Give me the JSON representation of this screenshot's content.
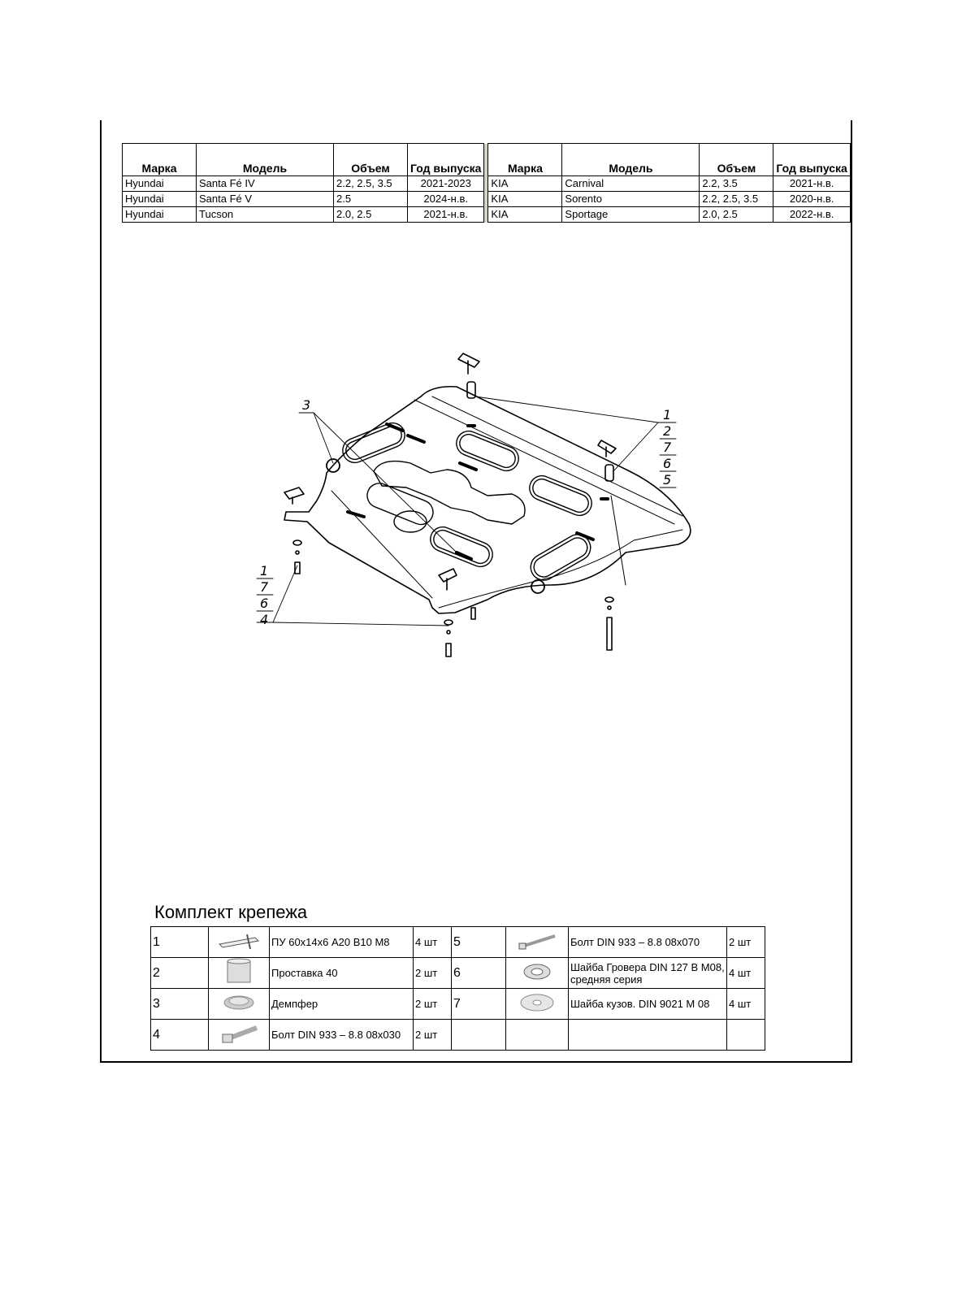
{
  "applicability": {
    "headers": [
      "Марка",
      "Модель",
      "Объем",
      "Год выпуска"
    ],
    "left": [
      {
        "brand": "Hyundai",
        "model": "Santa Fé IV",
        "volume": "2.2, 2.5, 3.5",
        "year": "2021-2023"
      },
      {
        "brand": "Hyundai",
        "model": "Santa Fé V",
        "volume": "2.5",
        "year": "2024-н.в."
      },
      {
        "brand": "Hyundai",
        "model": "Tucson",
        "volume": "2.0, 2.5",
        "year": "2021-н.в."
      }
    ],
    "right": [
      {
        "brand": "KIA",
        "model": "Carnival",
        "volume": "2.2, 3.5",
        "year": "2021-н.в."
      },
      {
        "brand": "KIA",
        "model": "Sorento",
        "volume": "2.2, 2.5, 3.5",
        "year": "2020-н.в."
      },
      {
        "brand": "KIA",
        "model": "Sportage",
        "volume": "2.0, 2.5",
        "year": "2022-н.в."
      }
    ]
  },
  "drawing": {
    "callouts": {
      "top_left": [
        "3"
      ],
      "right": [
        "1",
        "2",
        "7",
        "6",
        "5"
      ],
      "left": [
        "1",
        "7",
        "6",
        "4"
      ]
    }
  },
  "kit": {
    "title": "Комплект крепежа",
    "rows": [
      {
        "left": {
          "num": "1",
          "icon": "clip-nut-icon",
          "name": "ПУ 60х14х6 А20 В10 М8",
          "qty": "4 шт"
        },
        "right": {
          "num": "5",
          "icon": "long-bolt-icon",
          "name": "Болт DIN 933 – 8.8 08х070",
          "qty": "2 шт"
        }
      },
      {
        "left": {
          "num": "2",
          "icon": "spacer-icon",
          "name": "Проставка 40",
          "qty": "2 шт"
        },
        "right": {
          "num": "6",
          "icon": "split-washer-icon",
          "name": "Шайба Гровера DIN 127 B М08, средняя серия",
          "qty": "4 шт"
        }
      },
      {
        "left": {
          "num": "3",
          "icon": "damper-icon",
          "name": "Демпфер",
          "qty": "2 шт"
        },
        "right": {
          "num": "7",
          "icon": "body-washer-icon",
          "name": "Шайба кузов. DIN 9021 М 08",
          "qty": "4 шт"
        }
      },
      {
        "left": {
          "num": "4",
          "icon": "short-bolt-icon",
          "name": "Болт DIN 933 – 8.8 08х030",
          "qty": "2 шт"
        },
        "right": {
          "num": "",
          "icon": "",
          "name": "",
          "qty": ""
        }
      }
    ]
  }
}
